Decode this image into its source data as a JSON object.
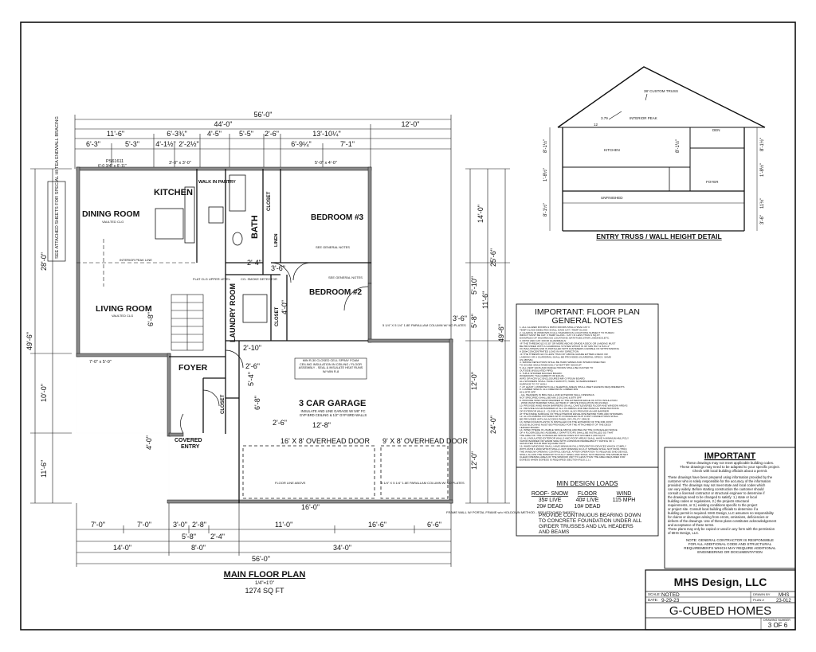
{
  "plan": {
    "title": "MAIN FLOOR PLAN",
    "scale": "1/4\"=1'0\"",
    "area": "1274 SQ FT"
  },
  "rooms": {
    "kitchen": "KITCHEN",
    "dining": "DINING ROOM",
    "dining_sub": "VAULTED CLG",
    "living": "LIVING ROOM",
    "living_sub": "VAULTED CLG",
    "bedroom3": "BEDROOM #3",
    "bedroom2": "BEDROOM #2",
    "bath": "BATH",
    "laundry": "LAUNDRY ROOM",
    "foyer": "FOYER",
    "garage": "3 CAR GARAGE",
    "covered_entry_1": "COVERED",
    "covered_entry_2": "ENTRY",
    "walkin_pantry": "WALK IN PANTRY",
    "closet_a": "CLOSET",
    "closet_b": "CLOSET",
    "closet_c": "CLOSET",
    "linen": "LINEN"
  },
  "dims": {
    "top_overall": "56'-0\"",
    "top_44": "44'-0\"",
    "top_12": "12'-0\"",
    "top_row2": [
      "11'-6\"",
      "6'-3¾\"",
      "4'-5\"",
      "5'-5\"",
      "2'-6\"",
      "13'-10¼\""
    ],
    "top_row3": [
      "6'-3\"",
      "5'-3\"",
      "4'-1½\"",
      "2'-2½\"",
      "6'-9¼\"",
      "7'-1\""
    ],
    "bottom_row1": [
      "7'-0\"",
      "7'-0\"",
      "3'-0\"",
      "2'-8\"",
      "11'-0\"",
      "16'-6\"",
      "6'-6\""
    ],
    "bottom_row2": [
      "5'-8\"",
      "2'-4\""
    ],
    "bottom_row3": [
      "14'-0\"",
      "8'-0\"",
      "34'-0\""
    ],
    "bottom_overall": "56'-0\"",
    "left": [
      "28'-0\"",
      "49'-6\"",
      "10'-0\"",
      "11'-6\""
    ],
    "right_outer": [
      "14'-0\"",
      "25'-6\"",
      "49'-6\"",
      "24'-0\""
    ],
    "right_inner": [
      "5'-10\"",
      "11'-6\"",
      "5'-8\"",
      "12'-0\"",
      "12'-0\""
    ],
    "garage_door_1": "16' X 8' OVERHEAD DOOR",
    "garage_door_2": "9' X 8' OVERHEAD DOOR",
    "garage_16": "16'-0\"",
    "garage_12_8": "12'-8\"",
    "garage_2_6": "2'-6\"",
    "garage_6_8": "6'-8\"",
    "misc": [
      "4'-0\"",
      "4'-0\"",
      "6'-8\"",
      "2'-10\"",
      "2'-6\"",
      "5'-4\"",
      "3'-6\"",
      "7'-0\" x 5'-0\"",
      "3'-0\" x 3'-0\"",
      "5'-0\" x 4'-0\"",
      "2'-4\"",
      "3'-6\""
    ]
  },
  "plan_notes": {
    "attached_sheets": "SEE ATTACHED SHEETS FOR SPECIAL HI-TEA ENDWALL BRACING",
    "ps_label": "PS61611",
    "ps_size": "6'-0 3/4\" x 6'-11\"",
    "garage_ceiling": "MIN R-30 CLOSED CELL SPRAY FOAM CEILING INSULATION IN CEILING / FLOOR ASSEMBLY - SEAL & INSULATE HEAT RUNS W/ MIN R-8",
    "garage_walls": "INSULATE AND LINE GARAGE W/ 5/8\" FC GYP BRD CEILING & 1/2\" GYP BRD WALLS",
    "frame_wall": "FRAME WALL W/ PORTAL FRAME w/o HOLDOWN METHOD - SEE ATTACHED SHEETS -",
    "beam_1": "5 1/4\" X 5 1/4\" 1.8E PARALLAM COLUMN W/ NO PLATES",
    "beam_2": "5 1/4\" X 5 1/4\" 1.8E PARALLAM COLUMN W/ NO PLATES",
    "interior_peak": "INTERIOR PEAK LINE",
    "flat_clg": "FLAT CLG UPPER LEVEL",
    "floor_line": "FLOOR LINE ABOVE",
    "smoke": "CO- SMOKE DETECTOR",
    "general_notes": "SEE GENERAL NOTES"
  },
  "section": {
    "title": "ENTRY TRUSS / WALL HEIGHT DETAIL",
    "truss": "38' CUSTOM TRUSS",
    "interior_peak": "INTERIOR PEAK",
    "pitch": "12",
    "pitch_rise": "3.79",
    "kitchen": "KITCHEN",
    "foyer": "FOYER",
    "den": "DEN",
    "unfinished": "UNFINISHED",
    "dims": [
      "8'-1½\"",
      "8'-1½\"",
      "1'-8½\"",
      "8'-1½\"",
      "8'-1½\"",
      "1'-8½\"",
      "11½\"",
      "3'-6\""
    ]
  },
  "general_notes": {
    "title_1": "IMPORTANT: FLOOR PLAN",
    "title_2": "GENERAL NOTES",
    "lines": [
      "1. ALL GLAZED DOORS & PATIO DOORS SHALL HAVE CAT II",
      "   TEMP GLASS-SIDELITES SHALL HAVE CAT I TEMP GLASS",
      "2. GLAZING IN WINDOWS IN ALL HAZARDOUS LOCATIONS SUBJECT TO HUMAN",
      "   IMPACT MUST BE CAT. II TEMP GLASS - CAT I IF LESS THAN 9 SQ.FT.",
      "   EXAMPLES OF HAZARDOUS LOCATIONS: BATHTUBS,STAIR LANDINGS,ETC.",
      "3. PATIO AND CAT. DOOR GUARDRAILS:",
      "   -IF THE THRESHOLD IS 30\" OR MORE ABOVE GRADE A DECK OR LANDING MUST",
      "   BE PROVIDED WITH A GUARDRAIL SYSTEM WHICH IS 36\" MIN HGT & HAS 4\"",
      "   OC BALUSTERS AND IS INSTALLED WITH FASTENERS CAPABLE OF WITHSTANDING",
      "   A 200# CONCENTRATED LOAD IN ANY DIRECTION",
      "   -IF THE THRESHOLD IS LESS THAN 30\" ABOVE GRADE EITHER A DECK OR",
      "   LANDING OR A GUARDRAIL SHALL BE PROVIDED (GUARDRAIL SPECS. SAME",
      "   AS ABOVE)",
      "4. SMOKE DETECTORS SHALL BE HARD WIRED AND INTERCONNECTED",
      "   TO SOUND SIMULTANEOUSLY W/ BATTERY BACKUP",
      "5. ALL VENT FANS AND RANGE HOODS SHALL BE DUCTED TO",
      "   OUTSIDE (INSULATED PIPE)",
      "6. TUB & SHOWER BACKER BOARD:",
      "   W/CERAMIC TILE-CEMENT OR EQUAL",
      "   W/FG OR ACRYLIC ENCLOSURES-MR GYPSUM BOARD",
      "   ALL SHOWERS SHALL HAVE A SMOOTH, HARD, NONABSORBENT",
      "   SURFACE TO 72\" HIGH",
      "7. AT LEAST 1 WINDOW IN ALL SLEEPING AREAS SHALL MEET EGRESS REQUIREMENTS",
      "8. LUMBER SPECS: ALL DIMENSION LUMBER MIN",
      "   #2 & BTR SPF",
      "   - ALL HEADERS IN BRG WALL AND EXTERIOR WALL OPENINGS",
      "   NOT SPECIFIED SHALL BE MIN 2-2X10 #2 & BTR SPF",
      "9. PROVIDE WIND WASH BARRIER AT THE EXTERIOR EDGE OF ATTIC INSULATION",
      "   - WIND WASH BARRIER SHALL EXTEND 4\" ABOVE INSULATION OR AS REQ.",
      "10. PROVIDE WIND WASH BARRIERS ON ALL CANTILEVERED FLOOR AND WINDOW AREAS",
      "11. PROVIDE AN AIR BARRIER AT ALL PLUMBING AND MECHANICAL PENETRATIONS",
      "   OF EXTERIOR WALLS - CLOSE & FLOORS. ALSO PROVIDE AN AIR BARRIER",
      "   AT THE INSIDE SURFACE OF THE EXTERIOR ENVELOPE BEHIND TUBS AND SHOWERS.",
      "12. ALL PLUMBING FIXTURES WITH CONCEALED SLIP JOINT CONNECTIONS SHALL",
      "   BE PROVIDED WITH AN ACCESS PANEL OR UTILITY SPACE.",
      "13. WHEN FOAM PLASTIC IS INSTALLED ON THE EXTERIOR OF THE RIM JOIST,",
      "   SOLID BLOCKING MUST BE PROVIDED FOR THE ATTACHMENT OF THE DECK",
      "   LEDGER BOARD",
      "14. WHEN THERE IS USABLE SPACE ABOVE AND BELOW THE CONCEALED SPACE",
      "   OF A FLOOR/CEILING ASSEMBLY, DRAFTSTOPS SHALL BE INSTALLED SO THAT",
      "   THE AREA OF THE CONCEALED SPACE DOES NOT EXCEED 1,000 SQ.FT.",
      "15. ALL INSULATED EXTERIOR WALLS AND ROOF AREAS SHALL HAVE A MINIMUM 4ML POLY",
      "   VAPOR BARRIER OR WARM SIDE WITH A MINIMUM PERMEABILITY RATING OF 1",
      "   GRAIN PER HOUR PER SQUARE FOOT.",
      "16. WHEN WINDOWS SHALL HAVE MINIMUM FALL PREVENTION DEVICES WHICH COMPLY",
      "   WITH ASTM F 2090 WHICH SHALL LIMIT OPENING SO A 4\" SPHERE SHALL NOT PASS THRU",
      "   THE WINDOW OPENING CONTROL DEVICE. AFTER OPERATION TO RELEASE SAID DEVICE,",
      "   SHALL ALLOW THE WINDOW TO FULLY OPEN, AND SHALL NOT REDUCE THE MINIMUM NET",
      "   CLEAR OPENING AREA OF THE WINDOW UNIT TO LESS THAN THE AREA REQUIRED FOR",
      "   EGRESS WHEN EGRESS IS REQUIRED (SECTION R310.1.1.)"
    ]
  },
  "design_loads": {
    "title": "MIN DESIGN LOADS",
    "headers": [
      "ROOF- SNOW",
      "FLOOR",
      "WIND"
    ],
    "row1": [
      "35# LIVE",
      "40# LIVE",
      "115 MPH"
    ],
    "row2": [
      "20# DEAD",
      "10# DEAD",
      ""
    ],
    "provide_note": [
      "PROVIDE CONTINUOUS BEARING DOWN",
      "TO CONCRETE FOUNDATION UNDER ALL",
      "GIRDER TRUSSES AND LVL HEADERS",
      "AND BEAMS"
    ]
  },
  "important": {
    "title": "IMPORTANT",
    "block1": [
      "These drawings may not meet applicable building codes.",
      "These drawings may need to be adapted to your specific project.",
      "Check with local building officials about a permit."
    ],
    "block2": [
      "These drawings have been prepared using information provided by the",
      "customer who is solely responsible for the accuracy of the information",
      "provided. The drawings may not meet state and local codes which",
      "can vary widely. Before starting construction the customer should",
      "consult a licensed contractor or structural engineer to determine if",
      "the drawings need to be changed to satisfy: 1.) state or local",
      "building codes or regulations, 2.) the projects structural",
      "requirements, or 3.) existing conditions specific to the project",
      "or project site. Consult local building officials to determine if a",
      "building permit is required. MHS Design, LLC assumes no responsibility",
      "for claims or damages arising from errors, omissions, deficiencies or",
      "defects of the drawings. Use of these plans constitutes acknowledgement",
      "and acceptance of these terms.",
      "These plans may only be copied or used in any form with the permission",
      "of MHS Design, LLC."
    ],
    "block3": [
      "NOTE: GENERAL CONTRACTOR IS RESPONSIBLE",
      "FOR ALL ADDITIONAL CODE AND STRUCTURAL",
      "REQUIREMENTS WHICH MAY REQUIRE ADDITIONAL",
      "ENGINEERING OR DOCUMENTATION"
    ]
  },
  "title_block": {
    "company": "MHS Design, LLC",
    "scale_label": "SCALE:",
    "scale_value": "NOTED",
    "date_label": "DATE:",
    "date_value": "9-29-23",
    "drawn_label": "DRAWN BY",
    "drawn_value": "MHS",
    "plan_label": "PLAN #",
    "plan_value": "23-012",
    "project": "G-CUBED HOMES",
    "drawing_label": "DRAWING NUMBER",
    "sheet": "3 OF 6"
  },
  "colors": {
    "ink": "#111111",
    "paper": "#ffffff",
    "wall": "#8a8a8a"
  }
}
